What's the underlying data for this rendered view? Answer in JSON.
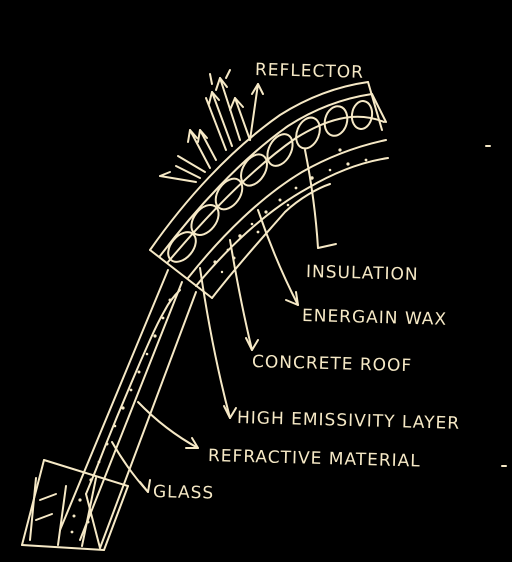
{
  "labels": {
    "reflector": "REFLECTOR",
    "insulation": "INSULATION",
    "energain_wax": "ENERGAIN WAX",
    "concrete_roof": "CONCRETE ROOF",
    "high_emissivity": "HIGH EMISSIVITY LAYER",
    "refractive_material": "REFRACTIVE MATERIAL",
    "glass": "GLASS"
  },
  "colors": {
    "background": "#000000",
    "ink": "#f6e9c6"
  }
}
